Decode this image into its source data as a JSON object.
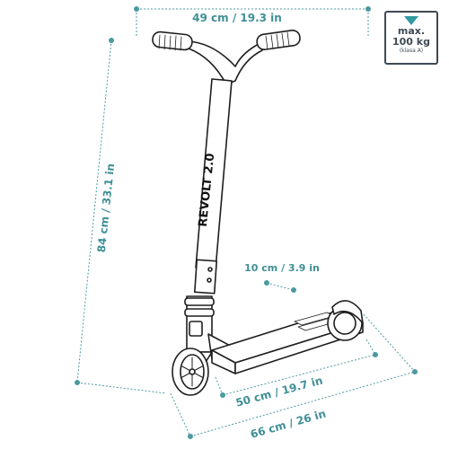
{
  "dimensions": {
    "handlebar_width": "49 cm / 19.3 in",
    "total_height": "84 cm / 33.1 in",
    "deck_width": "10 cm / 3.9 in",
    "deck_length": "50 cm / 19.7 in",
    "total_length": "66 cm / 26 in"
  },
  "product": {
    "stem_label": "REVOLT 2.0"
  },
  "max_load_badge": {
    "line1": "max.",
    "line2": "100 kg",
    "line3": "(klasa A)"
  },
  "colors": {
    "dimension_line": "#4a9aa0",
    "badge_accent": "#2f9aa0",
    "outline": "#1e1e1e"
  }
}
